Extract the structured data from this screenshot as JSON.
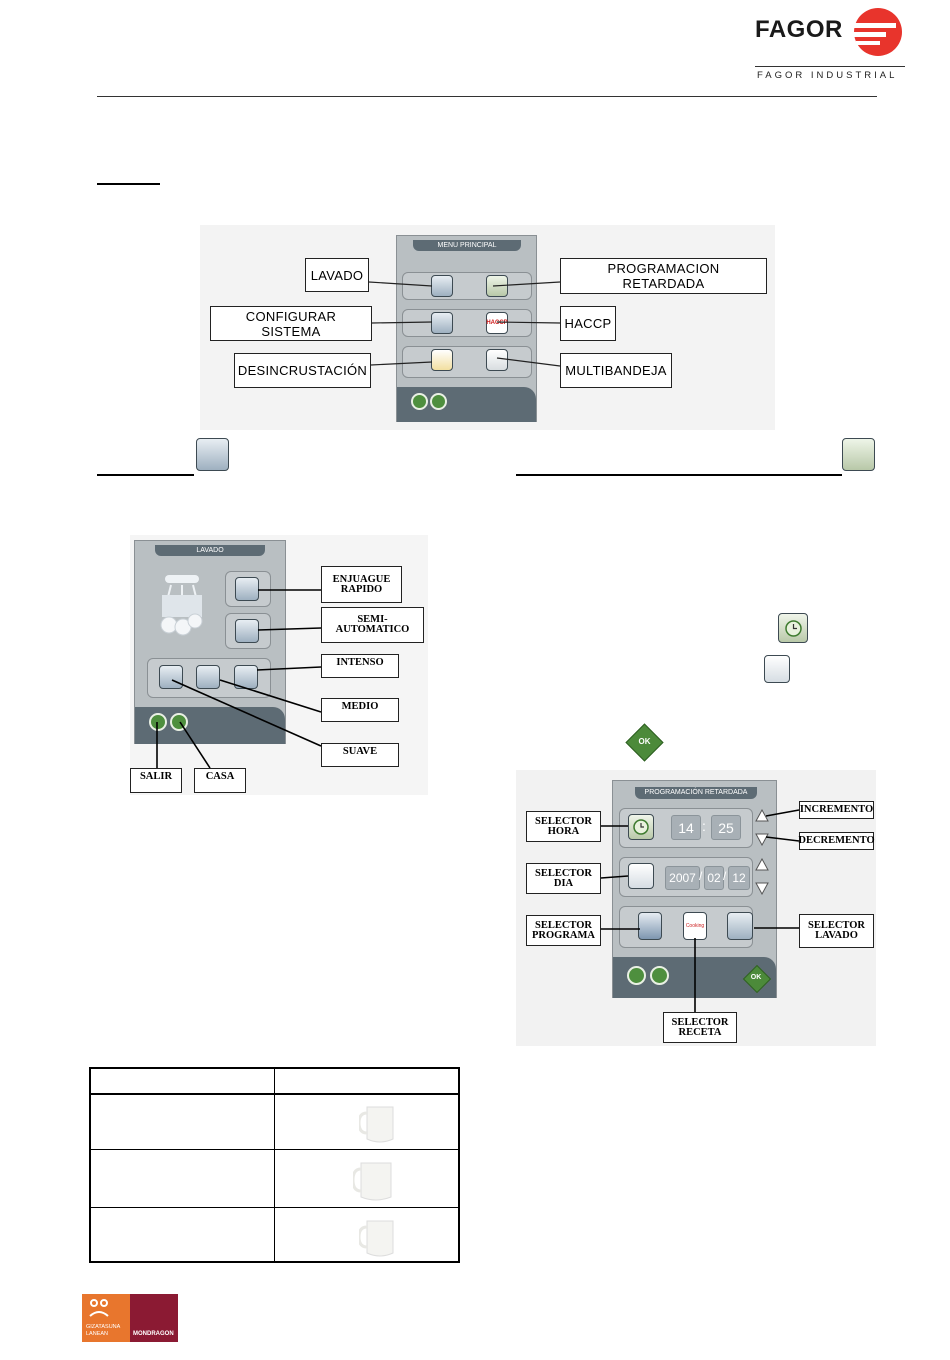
{
  "brand": {
    "name": "FAGOR",
    "subtitle": "FAGOR INDUSTRIAL",
    "logo_color": "#e8342c"
  },
  "main_menu": {
    "title": "MENU PRINCIPAL",
    "labels": {
      "lavado": "LAVADO",
      "programacion": "PROGRAMACION RETARDADA",
      "configurar": "CONFIGURAR SISTEMA",
      "haccp": "HACCP",
      "desincrustacion": "DESINCRUSTACIÓN",
      "multibandeja": "MULTIBANDEJA"
    },
    "haccp_icon_text": "HACCP"
  },
  "lavado_screen": {
    "title": "LAVADO",
    "labels": {
      "enjuague_1": "ENJUAGUE",
      "enjuague_2": "RAPIDO",
      "semi_1": "SEMI-",
      "semi_2": "AUTOMATICO",
      "intenso": "INTENSO",
      "medio": "MEDIO",
      "suave": "SUAVE",
      "salir": "SALIR",
      "casa": "CASA"
    }
  },
  "prog_screen": {
    "title": "PROGRAMACIÓN RETARDADA",
    "hour": "14",
    "minute": "25",
    "time_sep": ":",
    "year": "2007",
    "month": "02",
    "day": "12",
    "date_sep": "/",
    "recipe_icon_text": "Cooking",
    "ok": "OK",
    "labels": {
      "selector_hora_1": "SELECTOR",
      "selector_hora_2": "HORA",
      "selector_dia_1": "SELECTOR",
      "selector_dia_2": "DIA",
      "selector_programa_1": "SELECTOR",
      "selector_programa_2": "PROGRAMA",
      "selector_lavado_1": "SELECTOR",
      "selector_lavado_2": "LAVADO",
      "selector_receta_1": "SELECTOR",
      "selector_receta_2": "RECETA",
      "incremento": "INCREMENTO",
      "decremento": "DECREMENTO"
    }
  },
  "inline_ok": "OK",
  "footer_logo": {
    "left_text_1": "GIZATASUNA",
    "left_text_2": "LANEAN",
    "right_text": "MONDRAGON",
    "orange": "#e8762d",
    "maroon": "#8b1a33"
  }
}
